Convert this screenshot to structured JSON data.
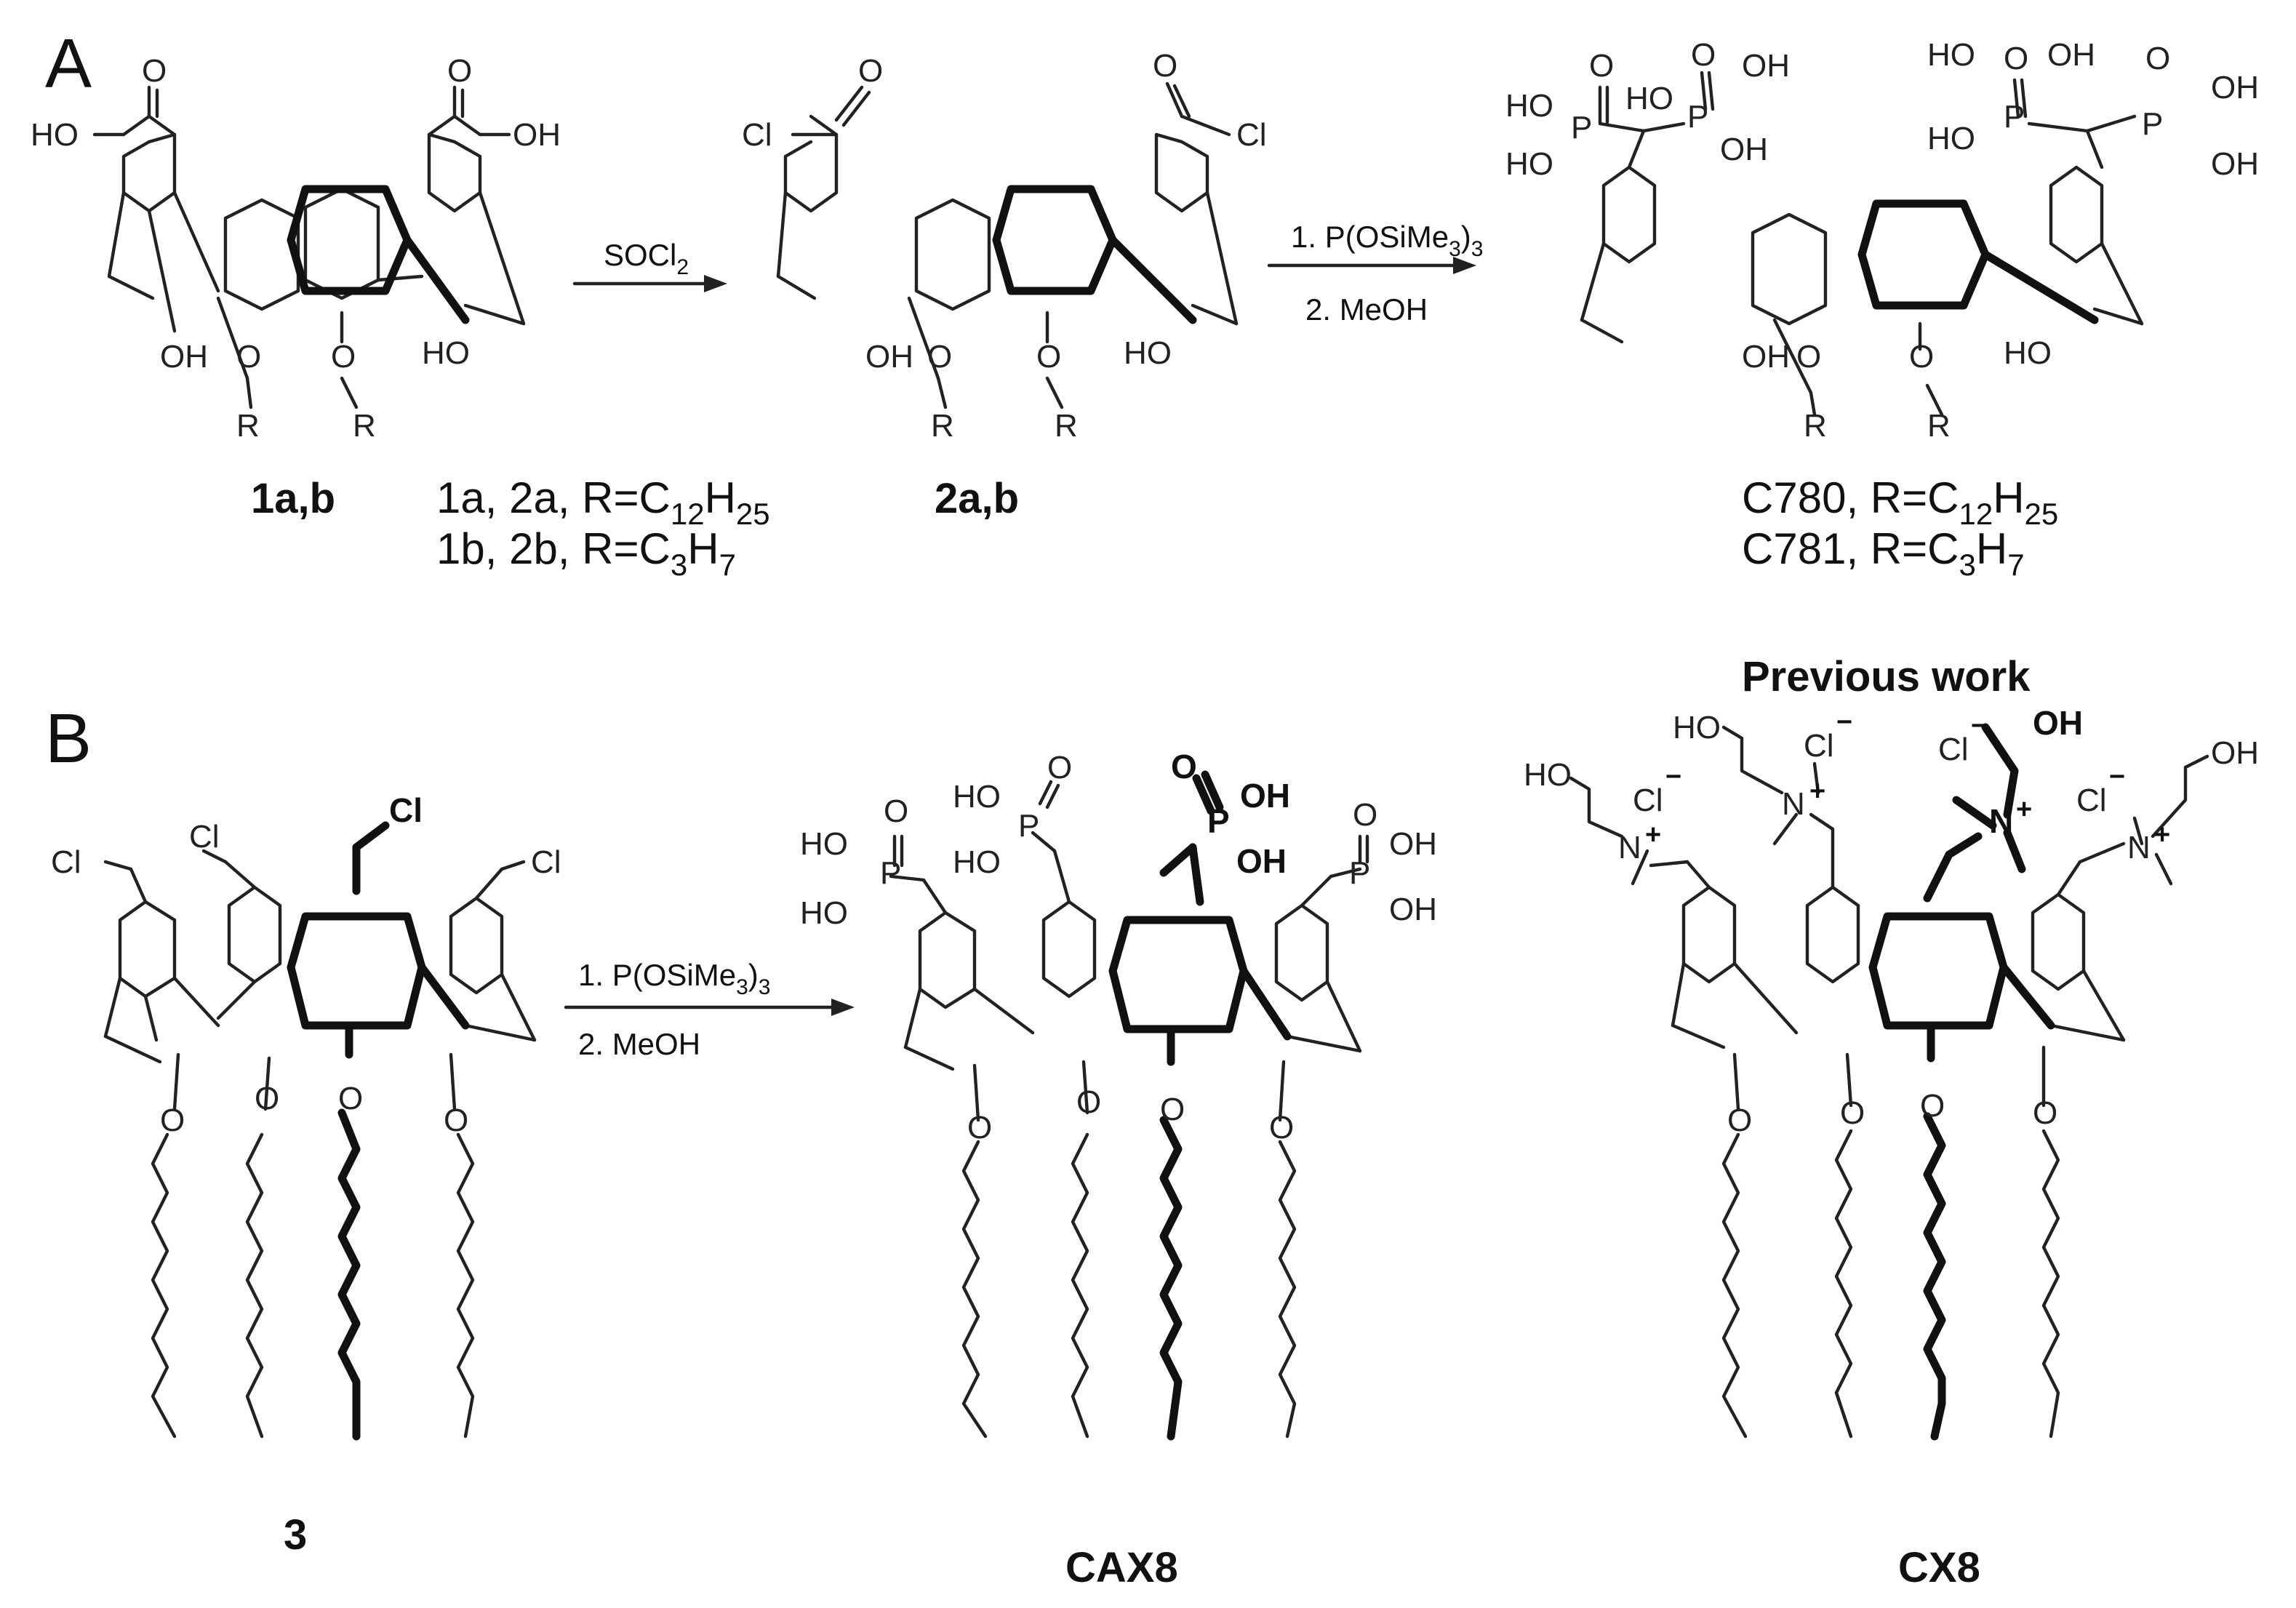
{
  "panels": {
    "a": "A",
    "b": "B"
  },
  "scheme_a": {
    "compound_1": "1a,b",
    "compound_2": "2a,b",
    "r_defs": [
      {
        "ids": "1a, 2a, R=C",
        "sub1": "12",
        "mid": "H",
        "sub2": "25"
      },
      {
        "ids": "1b, 2b, R=C",
        "sub1": "3",
        "mid": "H",
        "sub2": "7"
      }
    ],
    "product_defs": [
      {
        "ids": "C780, R=C",
        "sub1": "12",
        "mid": "H",
        "sub2": "25"
      },
      {
        "ids": "C781, R=C",
        "sub1": "3",
        "mid": "H",
        "sub2": "7"
      }
    ],
    "step1_reagent": {
      "text": "SOCl",
      "sub": "2"
    },
    "step2_reagents": {
      "line1": "1. P(OSiMe",
      "line1_sub": "3",
      "line1_end": ")",
      "line1_sub2": "3",
      "line2": "2. MeOH"
    }
  },
  "scheme_b": {
    "compound_3": "3",
    "compound_cax8": "CAX8",
    "compound_cx8": "CX8",
    "previous_work": "Previous work",
    "reagents": {
      "line1": "1. P(OSiMe",
      "line1_sub": "3",
      "line1_end": ")",
      "line1_sub2": "3",
      "line2": "2. MeOH"
    }
  },
  "atoms": {
    "HO": "HO",
    "OH": "OH",
    "O": "O",
    "R": "R",
    "Cl": "Cl",
    "P": "P",
    "N": "N",
    "plus": "+",
    "minus": "−"
  },
  "colors": {
    "ink": "#111111",
    "background": "#ffffff"
  }
}
